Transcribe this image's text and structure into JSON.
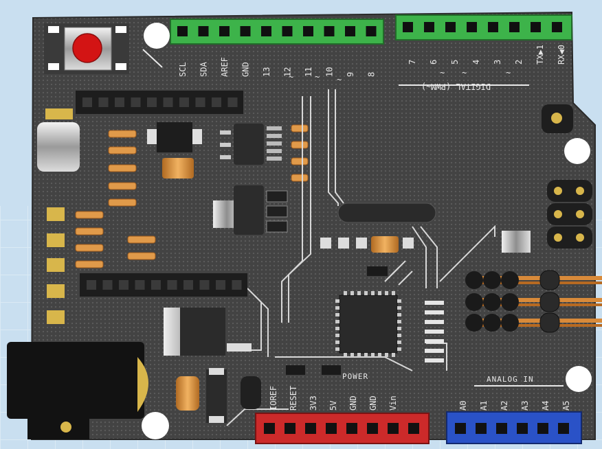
{
  "board": {
    "colors": {
      "pcb": "#454545",
      "header_green": "#3db34a",
      "header_red": "#cc2a2a",
      "header_blue": "#2a52c7",
      "silkscreen": "#e8e8e8",
      "reset_button": "#d31414",
      "copper": "#d88a3a"
    },
    "top_labels_left": [
      "SCL",
      "SDA",
      "AREF",
      "GND",
      "13",
      "12",
      "11",
      "10",
      "9",
      "8"
    ],
    "top_labels_right": [
      "7",
      "6",
      "5",
      "4",
      "3",
      "2",
      "TX▶1",
      "RX◀0"
    ],
    "pwm_marks": [
      "~",
      "~",
      "~",
      "~",
      "~",
      "~"
    ],
    "digital_label": "DIGITAL (PWM~)",
    "power_title": "POWER",
    "power_labels": [
      "IOREF",
      "RESET",
      "3V3",
      "5V",
      "GND",
      "GND",
      "Vin"
    ],
    "analog_title": "ANALOG IN",
    "analog_labels": [
      "A0",
      "A1",
      "A2",
      "A3",
      "A4",
      "A5"
    ]
  }
}
